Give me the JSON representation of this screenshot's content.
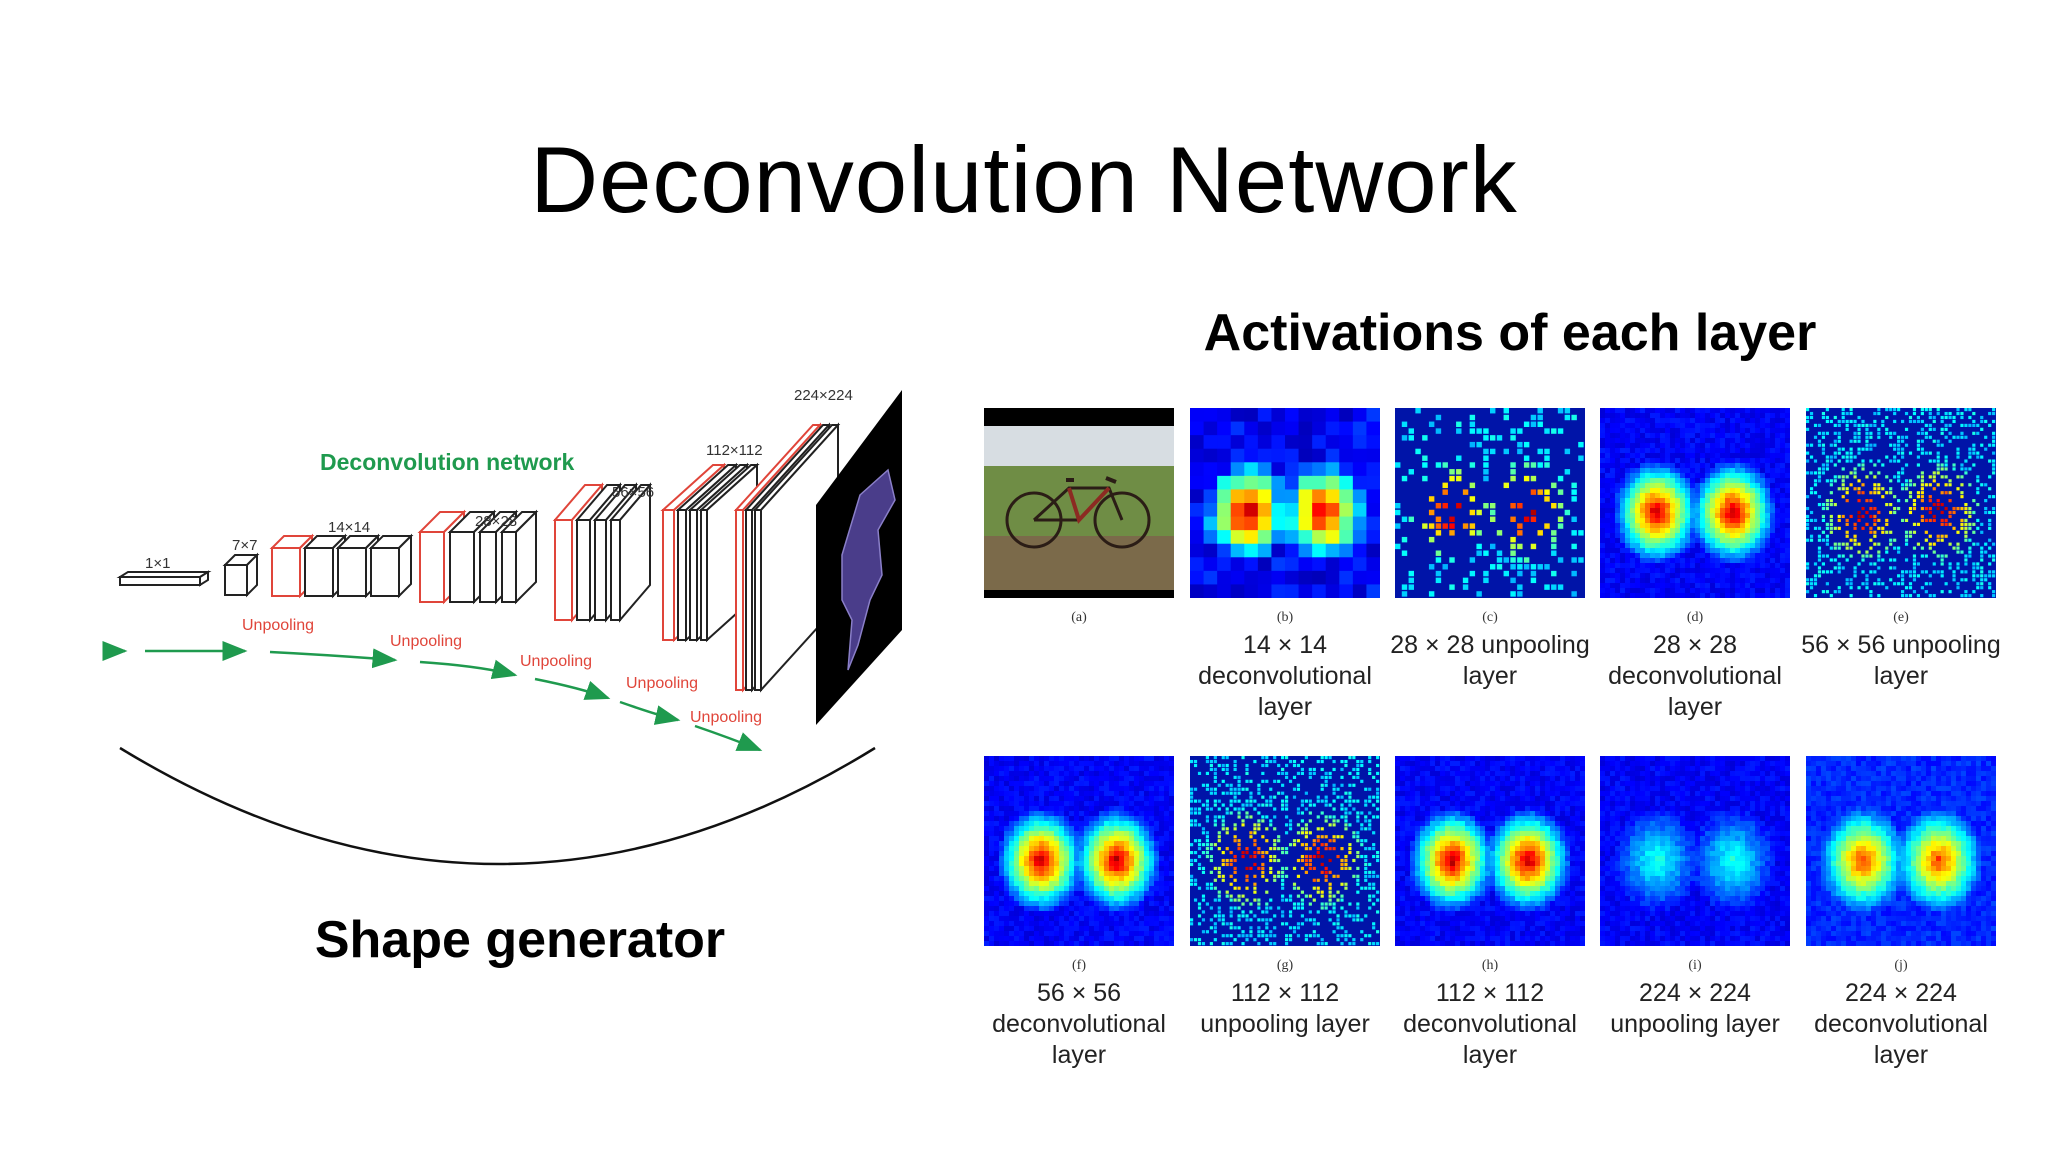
{
  "slide": {
    "title": "Deconvolution Network",
    "activations_heading": "Activations of each layer",
    "shape_label": "Shape generator"
  },
  "diagram": {
    "network_label": "Deconvolution network",
    "stage_sizes": [
      "1×1",
      "7×7",
      "14×14",
      "28×28",
      "56×56",
      "112×112",
      "224×224"
    ],
    "unpooling_labels": [
      "Unpooling",
      "Unpooling",
      "Unpooling",
      "Unpooling",
      "Unpooling"
    ],
    "colors": {
      "network_label": "#1f9a4e",
      "unpool": "#e0453a",
      "arrow": "#1f9a4e",
      "output_bg": "#000000",
      "output_shape": "#4a3d8a"
    }
  },
  "panels": [
    {
      "tag": "(a)",
      "caption": "",
      "kind": "photo"
    },
    {
      "tag": "(b)",
      "caption": "14 × 14 deconvolutional layer",
      "kind": "coarse"
    },
    {
      "tag": "(c)",
      "caption": "28 × 28 unpooling layer",
      "kind": "sparse"
    },
    {
      "tag": "(d)",
      "caption": "28 × 28 deconvolutional layer",
      "kind": "blob"
    },
    {
      "tag": "(e)",
      "caption": "56 × 56 unpooling layer",
      "kind": "dotted"
    },
    {
      "tag": "(f)",
      "caption": "56 × 56 deconvolutional layer",
      "kind": "blob"
    },
    {
      "tag": "(g)",
      "caption": "112 × 112 unpooling layer",
      "kind": "dotted"
    },
    {
      "tag": "(h)",
      "caption": "112 × 112 deconvolutional layer",
      "kind": "blob"
    },
    {
      "tag": "(i)",
      "caption": "224 × 224 unpooling layer",
      "kind": "faint"
    },
    {
      "tag": "(j)",
      "caption": "224 × 224 deconvolutional layer",
      "kind": "smooth"
    }
  ]
}
